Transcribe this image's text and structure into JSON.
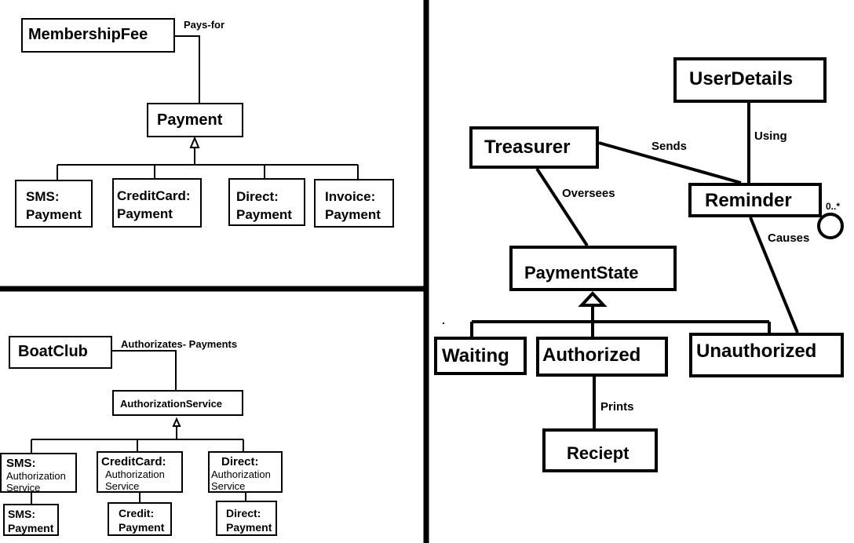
{
  "colors": {
    "line": "#000000",
    "background": "#ffffff"
  },
  "panel1": {
    "membership_fee": "MembershipFee",
    "pays_for": "Pays-for",
    "payment": "Payment",
    "sms": [
      "SMS:",
      "Payment"
    ],
    "creditcard": [
      "CreditCard:",
      "Payment"
    ],
    "direct": [
      "Direct:",
      "Payment"
    ],
    "invoice": [
      "Invoice:",
      "Payment"
    ]
  },
  "panel2": {
    "boatclub": "BoatClub",
    "authorizates": "Authorizates- Payments",
    "auth_service": "AuthorizationService",
    "sms_auth": [
      "SMS:",
      "Authorization",
      "Service"
    ],
    "credit_auth": [
      "CreditCard:",
      "Authorization",
      "Service"
    ],
    "direct_auth": [
      "Direct:",
      "Authorization",
      "Service"
    ],
    "sms_payment": [
      "SMS:",
      "Payment"
    ],
    "credit_payment": [
      "Credit:",
      "Payment"
    ],
    "direct_payment": [
      "Direct:",
      "Payment"
    ]
  },
  "panel3": {
    "user_details": "UserDetails",
    "using": "Using",
    "treasurer": "Treasurer",
    "sends": "Sends",
    "reminder": "Reminder",
    "multiplicity": "0..*",
    "oversees": "Oversees",
    "causes": "Causes",
    "payment_state": "PaymentState",
    "waiting": "Waiting",
    "authorized": "Authorized",
    "unauthorized": "Unauthorized",
    "prints": "Prints",
    "reciept": "Reciept"
  }
}
